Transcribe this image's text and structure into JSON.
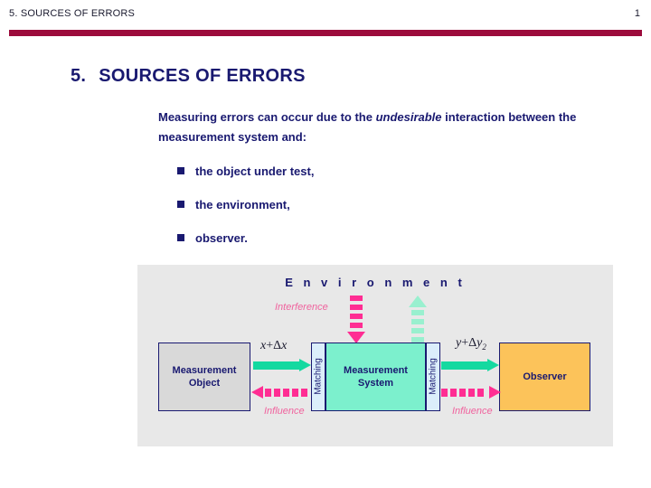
{
  "header": {
    "title": "5. SOURCES OF ERRORS",
    "page_number": "1",
    "rule_color": "#9c0b3c"
  },
  "slide": {
    "title_number": "5.",
    "title_text": "SOURCES OF ERRORS",
    "title_color": "#191970",
    "intro": {
      "part1": "Measuring errors can occur due to the ",
      "emphasis": "undesirable",
      "part2": " interaction between the measurement system and:"
    },
    "bullets": [
      {
        "label": "the object under test,"
      },
      {
        "label": "the environment,"
      },
      {
        "label": "observer."
      }
    ]
  },
  "diagram": {
    "panel_color": "#e8e8e8",
    "environment_heading": "E n v i r o n m e n t",
    "interference_label": "Interference",
    "boxes": {
      "measurement_object": "Measurement Object",
      "measurement_system": "Measurement System",
      "observer": "Observer",
      "matching_left": "Matching",
      "matching_right": "Matching"
    },
    "box_colors": {
      "measurement_object": "#d9d9d9",
      "measurement_system": "#7cf0cd",
      "observer": "#fcc35a",
      "matching": "#dbeefb",
      "border": "#191970"
    },
    "arrows": {
      "signal_color": "#14d9a0",
      "influence_color": "#ff2d93",
      "response_color": "#99f0cf",
      "influence_label_left": "Influence",
      "influence_label_right": "Influence"
    },
    "formulas": {
      "input": {
        "var": "x",
        "op": "+",
        "delta": "Δ",
        "deltavar": "x",
        "sub": ""
      },
      "output": {
        "var": "y",
        "op": "+",
        "delta": "Δ",
        "deltavar": "y",
        "sub": "2"
      }
    }
  }
}
